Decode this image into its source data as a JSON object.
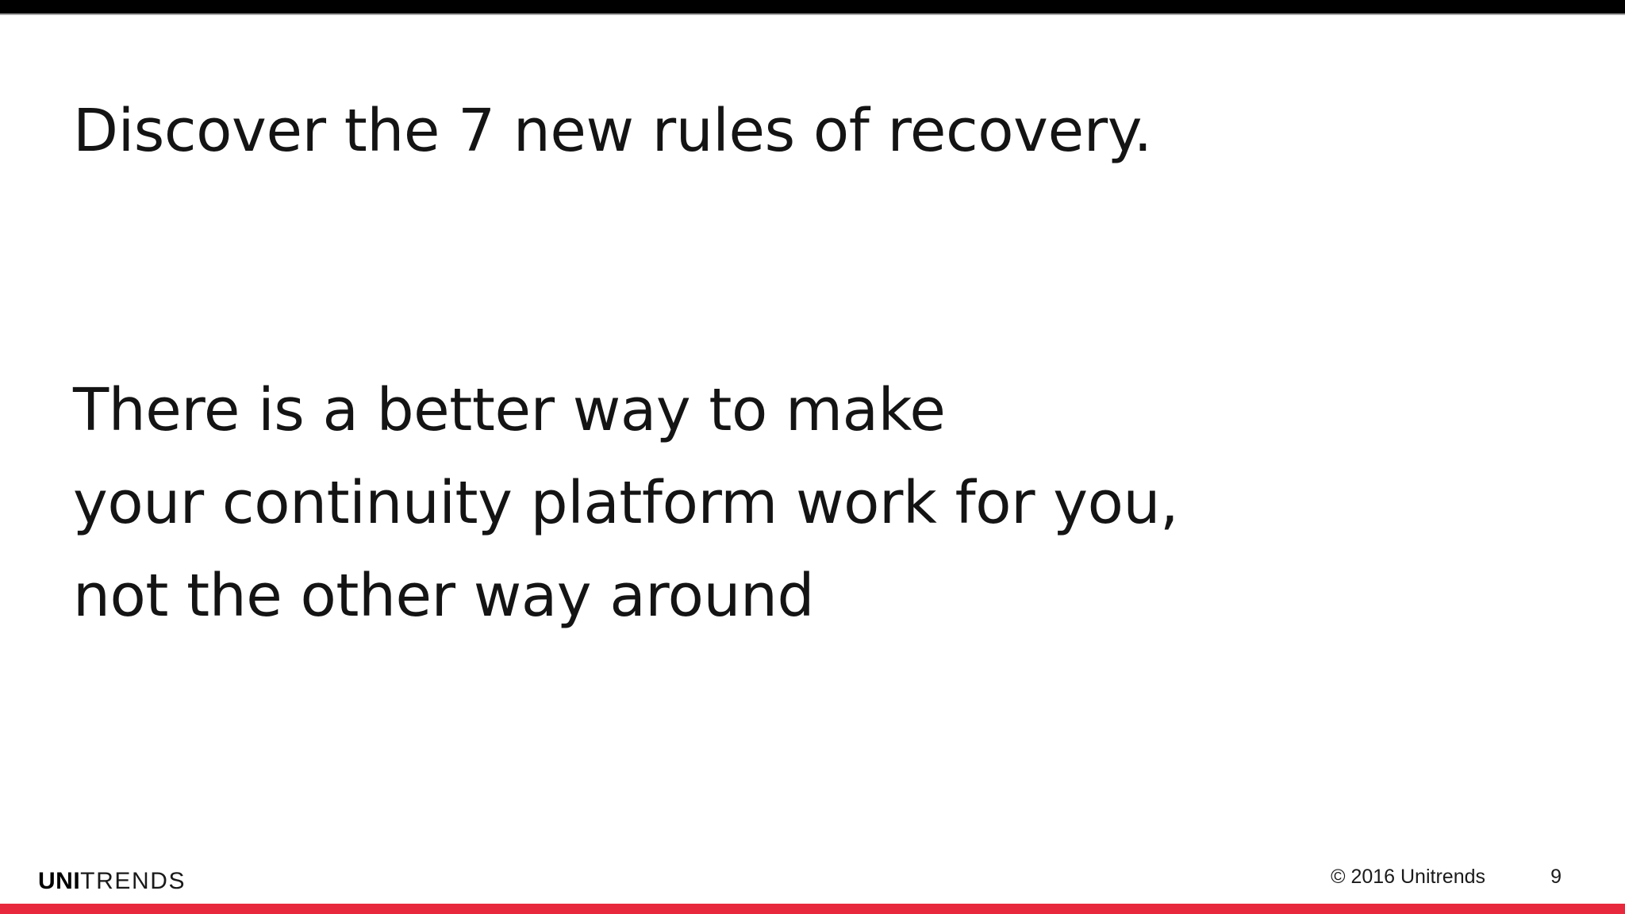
{
  "slide": {
    "headline": "Discover the 7 new rules of recovery.",
    "body_lines": [
      "There is a better way to make",
      "your continuity platform work for you,",
      "not the other way around"
    ]
  },
  "footer": {
    "logo_bold": "UNI",
    "logo_light": "TRENDS",
    "copyright": "© 2016 Unitrends",
    "page_number": "9"
  },
  "colors": {
    "top_bar": "#000000",
    "bottom_bar": "#e8283c",
    "text": "#141414",
    "background": "#ffffff",
    "hairline": "#a6a6a6"
  }
}
